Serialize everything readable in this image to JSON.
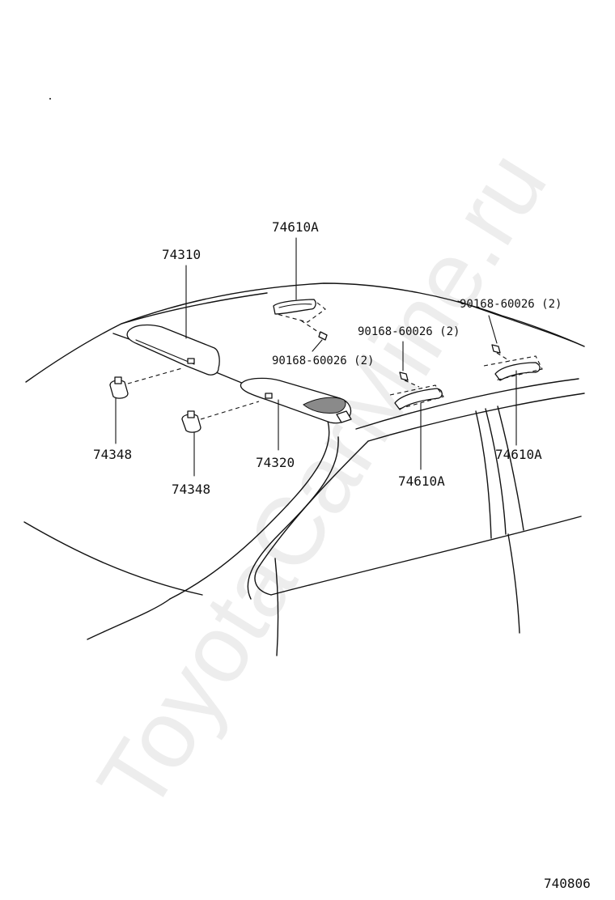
{
  "labels": {
    "sun_visor_lh": "74310",
    "sun_visor_rh": "74320",
    "holder_left": "74348",
    "holder_center": "74348",
    "grip_top": "74610A",
    "grip_mid": "74610A",
    "grip_right": "74610A",
    "screw_top": "90168-60026 (2)",
    "screw_mid": "90168-60026 (2)",
    "screw_right": "90168-60026 (2)",
    "figure_number": "740806"
  },
  "watermark": "ToyotaCarMine.ru"
}
